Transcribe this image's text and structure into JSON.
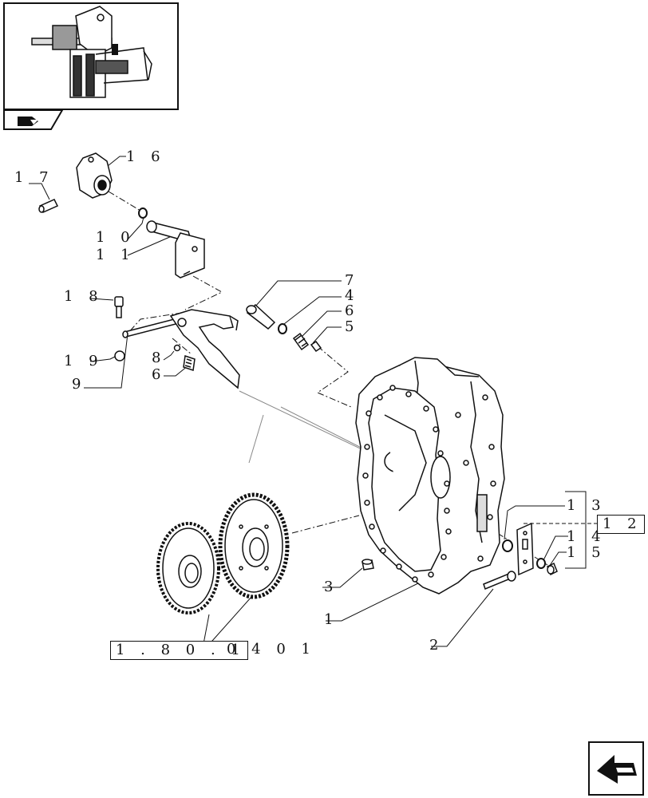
{
  "labels": {
    "l1": "1",
    "l2": "2",
    "l3": "3",
    "l4": "4",
    "l5": "5",
    "l6a": "6",
    "l6b": "6",
    "l7": "7",
    "l8": "8",
    "l9": "9",
    "l10": "1 0",
    "l11": "1 1",
    "l12": "1 2",
    "l13": "1 3",
    "l14": "1 4",
    "l15": "1 5",
    "l16": "1 6",
    "l17": "1 7",
    "l18": "1 8",
    "l19": "1 9"
  },
  "reference": {
    "boxed_part": "1 . 8 0 . 1",
    "suffix": "0 4   0 1"
  },
  "icons": {
    "thumbnail_nav": "previous-page-arrow-icon",
    "next_nav": "next-page-arrow-icon"
  }
}
